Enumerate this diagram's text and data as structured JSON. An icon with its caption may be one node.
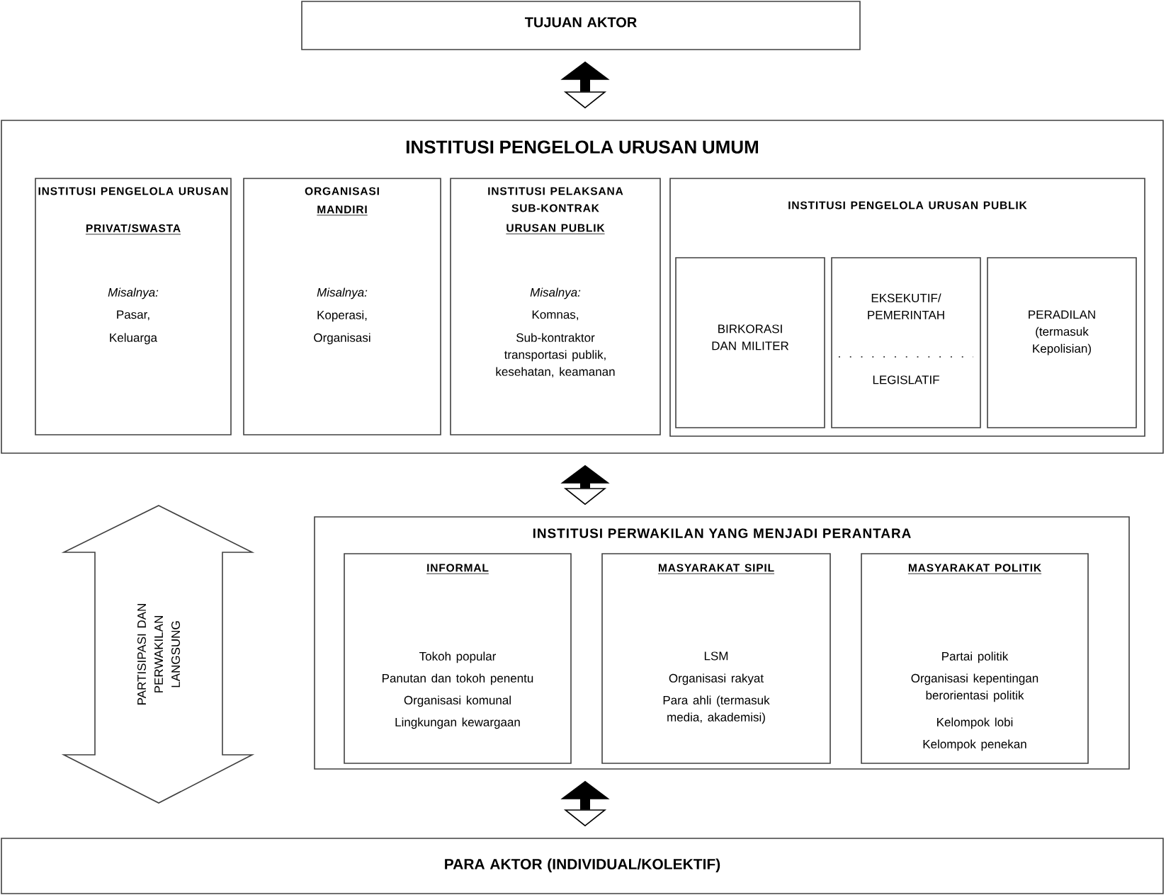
{
  "diagram": {
    "nodes": [
      {
        "text": [
          "TUJUAN AKTOR"
        ]
      },
      {
        "text": [
          "INSTITUSI PENGELOLA URUSAN UMUM"
        ]
      },
      {
        "text": [
          "INSTITUSI PENGELOLA URUSAN",
          "PRIVAT/SWASTA",
          "Misalnya:",
          "Pasar,",
          "Keluarga"
        ],
        "in": 1
      },
      {
        "text": [
          "ORGANISASI",
          "MANDIRI",
          "Misalnya:",
          "Koperasi,",
          "Organisasi"
        ],
        "in": 1
      },
      {
        "text": [
          "INSTITUSI PELAKSANA SUB-KONTRAK",
          "URUSAN PUBLIK",
          "Misalnya:",
          "Komnas,",
          "Sub-kontraktor transportasi publik, kesehatan, keamanan"
        ],
        "in": 1
      },
      {
        "text": [
          "INSTITUSI PENGELOLA URUSAN PUBLIK"
        ],
        "in": 1
      },
      {
        "text": [
          "BIRKORASI DAN MILITER"
        ],
        "in": 5
      },
      {
        "text": [
          "EKSEKUTIF/ PEMERINTAH",
          "LEGISLATIF"
        ],
        "in": 5
      },
      {
        "text": [
          "PERADILAN (termasuk Kepolisian)"
        ],
        "in": 5
      },
      {
        "text": [
          "PARTISIPASI DAN PERWAKILAN LANGSUNG"
        ]
      },
      {
        "text": [
          "INSTITUSI PERWAKILAN YANG MENJADI PERANTARA"
        ]
      },
      {
        "text": [
          "INFORMAL",
          "Tokoh popular",
          "Panutan dan tokoh penentu",
          "Organisasi komunal",
          "Lingkungan kewargaan"
        ],
        "in": 10
      },
      {
        "text": [
          "MASYARAKAT SIPIL",
          "LSM",
          "Organisasi rakyat",
          "Para ahli (termasuk media, akademisi)"
        ],
        "in": 10
      },
      {
        "text": [
          "MASYARAKAT POLITIK",
          "Partai politik",
          "Organisasi kepentingan berorientasi politik",
          "Kelompok lobi",
          "Kelompok penekan"
        ],
        "in": 10
      },
      {
        "text": [
          "PARA AKTOR (INDIVIDUAL/KOLEKTIF)"
        ]
      }
    ],
    "edges": [
      {
        "from": 1,
        "to": 0,
        "arrow": "both"
      },
      {
        "from": 10,
        "to": 1,
        "arrow": "both"
      },
      {
        "from": 14,
        "to": 10,
        "arrow": "both"
      }
    ]
  }
}
